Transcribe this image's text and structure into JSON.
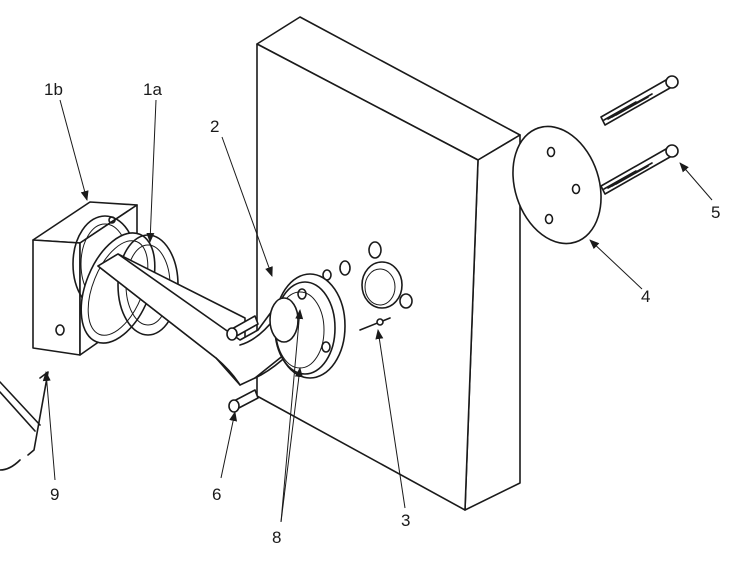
{
  "labels": {
    "1a": "1a",
    "1b": "1b",
    "2": "2",
    "3": "3",
    "4": "4",
    "5": "5",
    "6": "6",
    "8": "8",
    "9": "9"
  },
  "colors": {
    "ink": "#1a1a1a",
    "paper": "#ffffff"
  }
}
